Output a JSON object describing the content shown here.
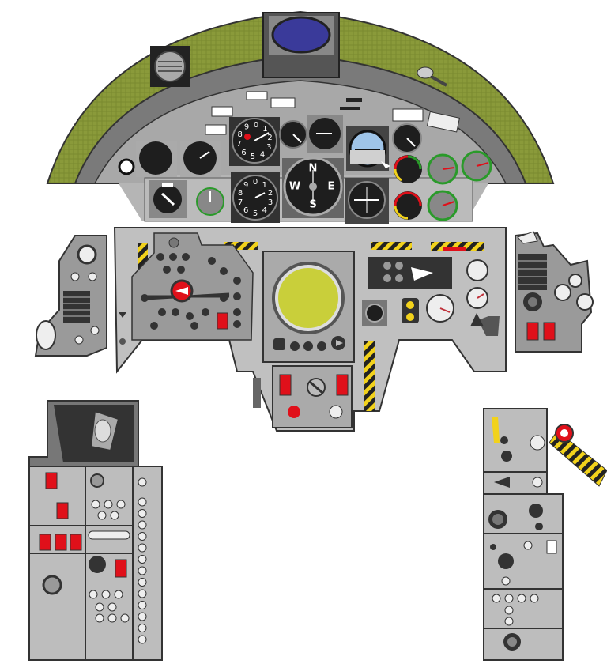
{
  "compass": {
    "north": "N",
    "south": "S",
    "west": "W",
    "east": "E"
  },
  "altimeter_digits": [
    "9",
    "0",
    "1",
    "2",
    "3",
    "4",
    "5",
    "6",
    "7",
    "8"
  ],
  "clock_digits": [
    "0",
    "1",
    "2",
    "3",
    "4",
    "5",
    "6",
    "7",
    "8",
    "9"
  ],
  "colors": {
    "canopy_moss": "#8a9a3a",
    "panel_gray": "#bdbdbd",
    "frame_dark": "#6e6e6e",
    "instrument_black": "#1e1e1e",
    "radar_yellow": "#c9cf3a",
    "warning_red": "#e0101a",
    "hazard_yellow": "#f2d21b",
    "screen_blue": "#3a3a9a"
  }
}
